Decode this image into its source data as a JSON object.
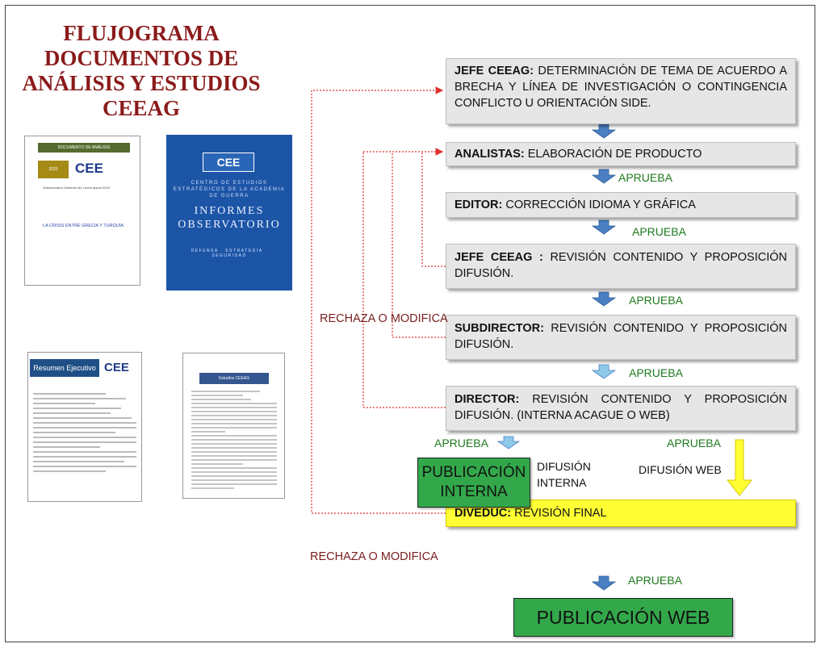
{
  "title": {
    "line1": "FLUJOGRAMA",
    "line2": "DOCUMENTOS DE",
    "line3": "ANÁLISIS Y ESTUDIOS",
    "line4": "CEEAG"
  },
  "thumbnails": {
    "doc1": {
      "bar": "DOCUMENTO DE ANÁLISIS",
      "gold": "2020",
      "logo": "CEE",
      "meta": "Subsecretario Gobierno No Lorem Ipsum 2020",
      "caption": "LA CRISIS ENTRE GRECIA Y TURQUÍA"
    },
    "doc2": {
      "logo": "CEE",
      "line1": "CENTRO DE ESTUDIOS ESTRATÉGICOS DE LA ACADEMIA DE GUERRA",
      "line2": "INFORMES OBSERVATORIO",
      "line3": "DEFENSA · ESTRATEGIA · SEGURIDAD"
    },
    "doc3": {
      "header": "Resumen Ejecutivo",
      "logo": "CEE"
    },
    "doc4": {
      "header": "Estudios CEEAG"
    }
  },
  "steps": {
    "jefe1": {
      "role": "JEFE CEEAG:",
      "text": " DETERMINACIÓN DE TEMA DE ACUERDO A BRECHA Y LÍNEA DE INVESTIGACIÓN  O CONTINGENCIA CONFLICTO U ORIENTACIÓN SIDE."
    },
    "analistas": {
      "role": "ANALISTAS:",
      "text": " ELABORACIÓN DE PRODUCTO"
    },
    "editor": {
      "role": "EDITOR:",
      "text": " CORRECCIÓN IDIOMA Y GRÁFICA"
    },
    "jefe2": {
      "role": "JEFE CEEAG :",
      "text": " REVISIÓN CONTENIDO Y PROPOSICIÓN DIFUSIÓN."
    },
    "subdirector": {
      "role": "SUBDIRECTOR:",
      "text": " REVISIÓN CONTENIDO Y PROPOSICIÓN DIFUSIÓN."
    },
    "director": {
      "role": "DIRECTOR:",
      "text": " REVISIÓN CONTENIDO Y PROPOSICIÓN DIFUSIÓN. (INTERNA ACAGUE O WEB)"
    },
    "diveduc": {
      "role": "DIVEDUC:",
      "text": " REVISIÓN FINAL"
    }
  },
  "labels": {
    "aprueba": "APRUEBA",
    "rechaza": "RECHAZA O MODIFICA",
    "difusion_interna_1": "DIFUSIÓN",
    "difusion_interna_2": "INTERNA",
    "difusion_web": "DIFUSIÓN  WEB"
  },
  "outputs": {
    "interna_1": "PUBLICACIÓN",
    "interna_2": "INTERNA",
    "web": "PUBLICACIÓN WEB"
  },
  "colors": {
    "title": "#8b1a1a",
    "arrow_blue": "#4a7fc1",
    "aprueba": "#1e7a1e",
    "rechaza": "#7a1e1e",
    "dotted_line": "#e03030",
    "final_box": "#ffff33",
    "publish_box": "#33a84b"
  }
}
